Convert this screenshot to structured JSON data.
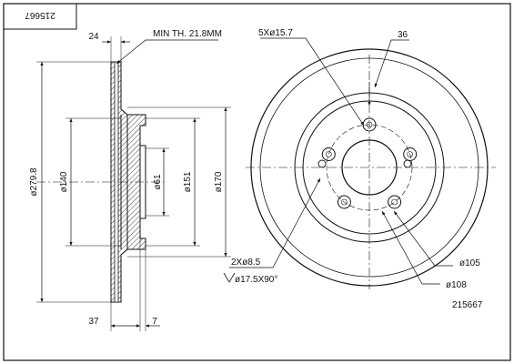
{
  "part_number_top": "215667",
  "part_number_bottom": "215667",
  "labels": {
    "min_thickness": "MIN TH. 21.8MM",
    "width_top": "24",
    "dia_outer": "ø279.8",
    "dia_140": "ø140",
    "dia_61": "ø61",
    "dia_151": "ø151",
    "dia_170": "ø170",
    "width_bottom": "37",
    "offset_bottom": "7",
    "bolt_holes": "5Xø15.7",
    "angle": "36",
    "dia_105": "ø105",
    "dia_108": "ø108",
    "aux_holes": "2Xø8.5",
    "countersink": "ø17.5X90°"
  }
}
